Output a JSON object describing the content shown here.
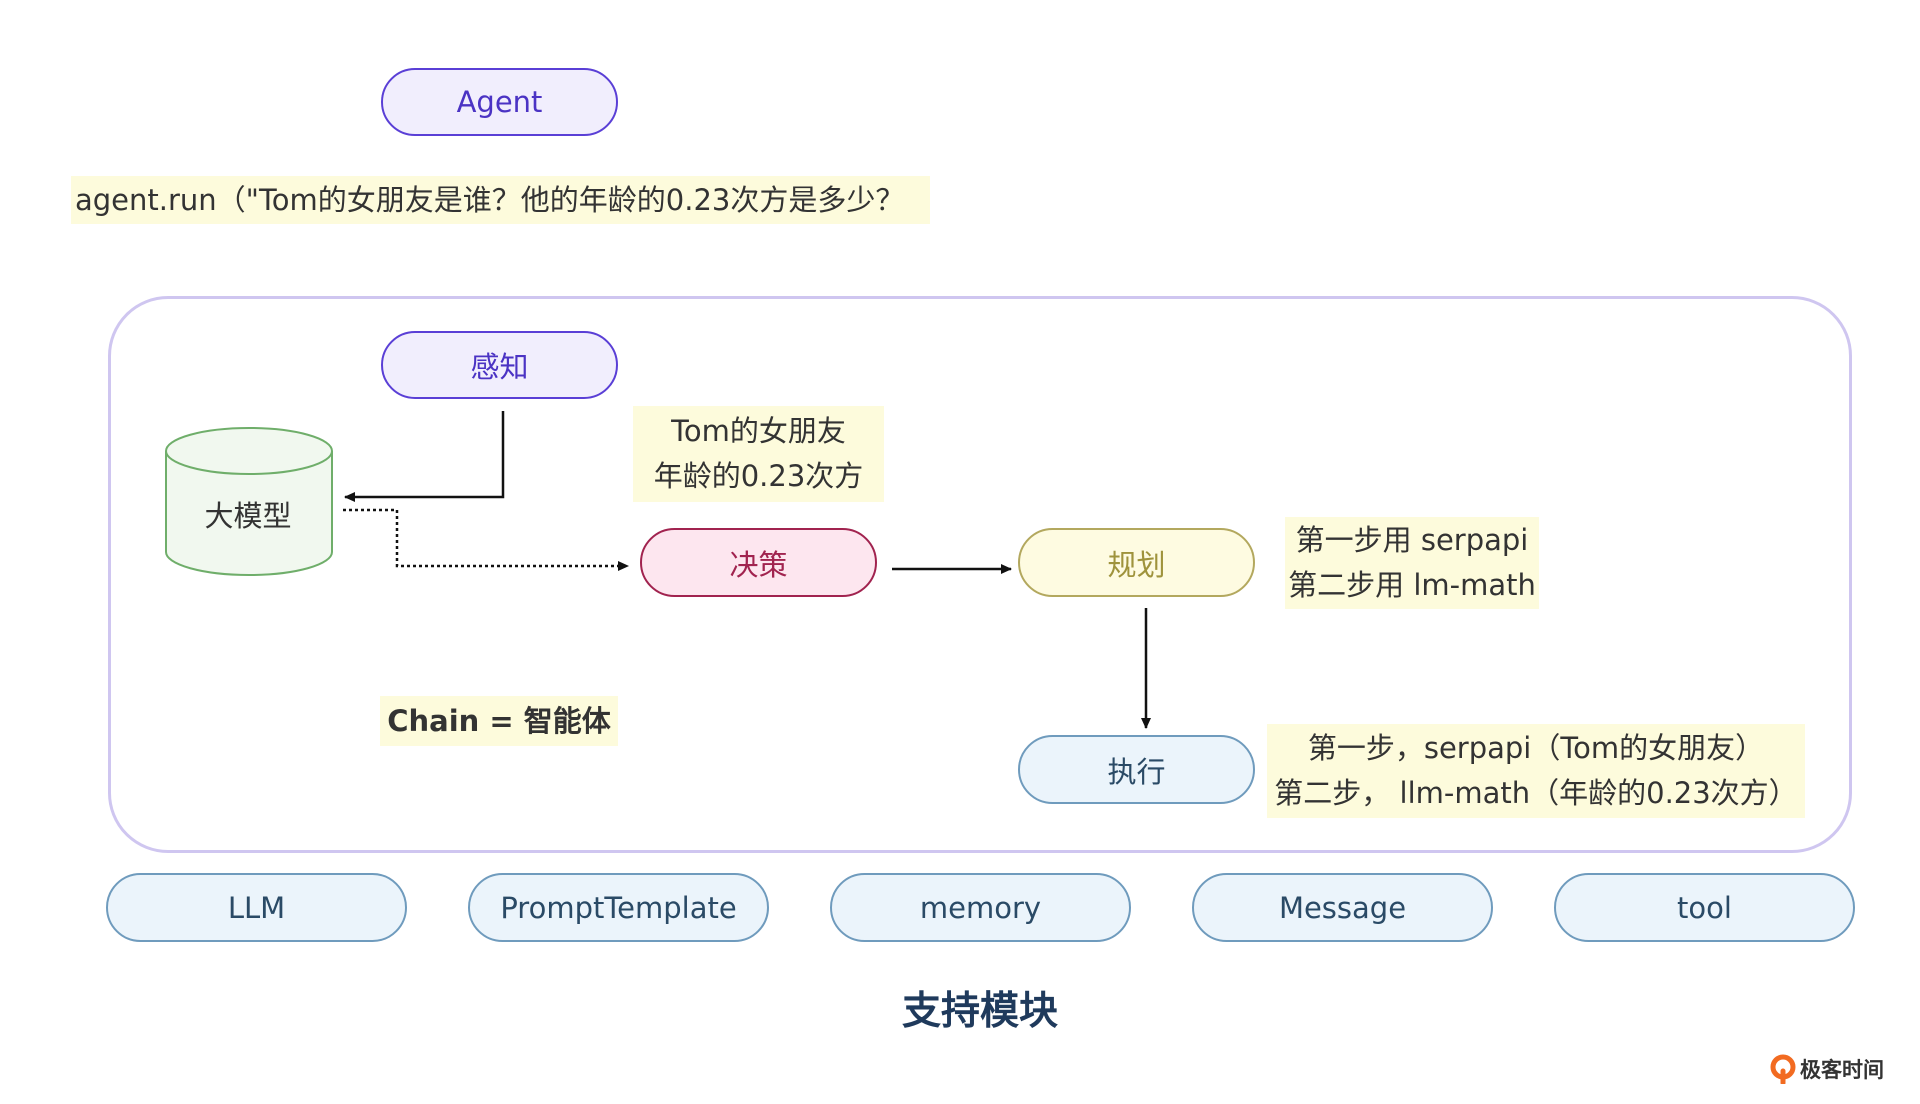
{
  "agent": {
    "label": "Agent",
    "call": "agent.run（\"Tom的女朋友是谁？他的年龄的0.23次方是多少？"
  },
  "chain": {
    "label": "Chain = 智能体",
    "llm_store_label": "大模型",
    "nodes": {
      "perceive": "感知",
      "decide": "决策",
      "plan": "规划",
      "execute": "执行"
    },
    "notes": {
      "decision": [
        "Tom的女朋友",
        "年龄的0.23次方"
      ],
      "plan": [
        "第一步用 serpapi",
        "第二步用 lm-math"
      ],
      "execution": [
        "第一步，serpapi（Tom的女朋友）",
        "第二步， llm-math（年龄的0.23次方）"
      ]
    }
  },
  "modules": {
    "items": [
      "LLM",
      "PromptTemplate",
      "memory",
      "Message",
      "tool"
    ],
    "caption": "支持模块"
  },
  "brand": {
    "label": "极客时间",
    "icon": "geektime-logo-icon"
  },
  "colors": {
    "agent_border": "#5a3fd6",
    "agent_fill": "#f1eefd",
    "decide_border": "#a1234f",
    "decide_fill": "#fde6ef",
    "plan_border": "#b3a85e",
    "plan_fill": "#fefbe1",
    "module_border": "#6f9bbd",
    "module_fill": "#ebf4fb",
    "note_fill": "#fdfbdc",
    "frame_border": "#cfc6f0",
    "llm_store_border": "#6fae6a",
    "llm_store_fill": "#f1f8ef",
    "brand_accent": "#f26b21"
  }
}
